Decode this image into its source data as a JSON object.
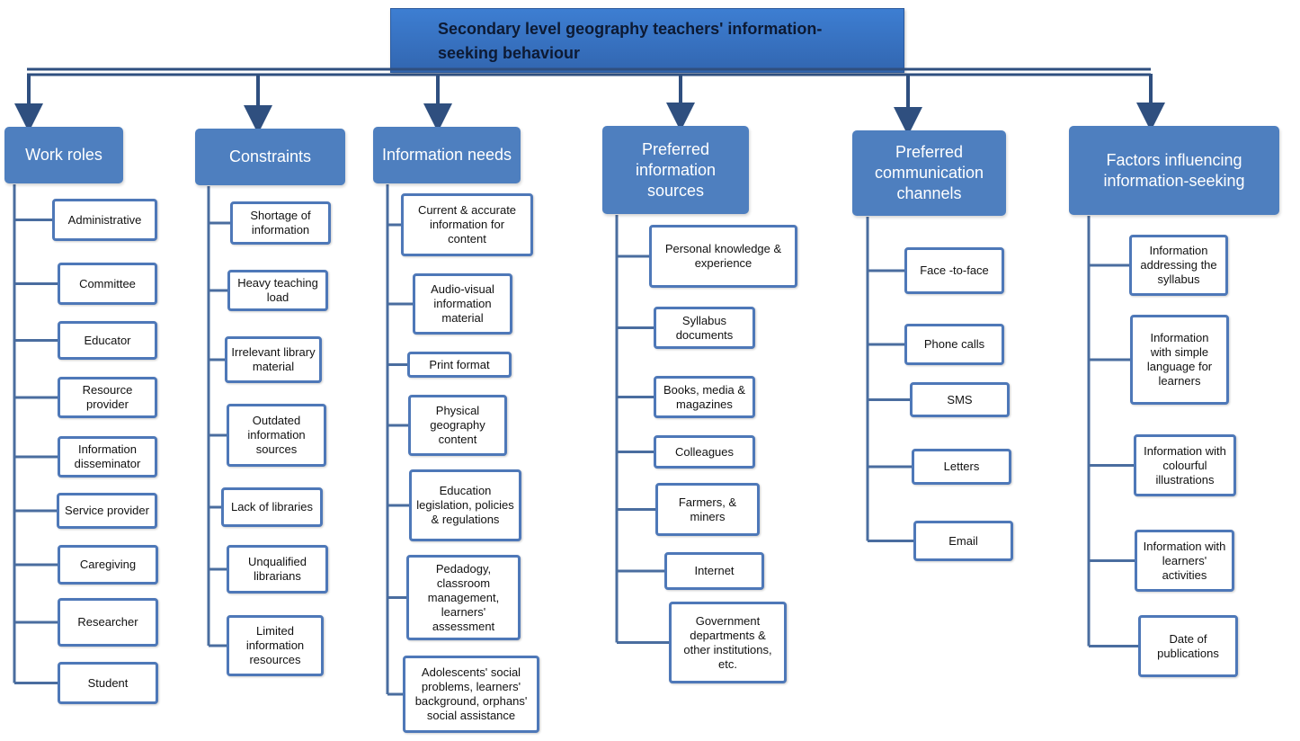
{
  "title": "Secondary level geography teachers' information-\nseeking behaviour",
  "columns": [
    {
      "heading": "Work roles",
      "items": [
        "Administrative",
        "Committee",
        "Educator",
        "Resource\nprovider",
        "Information\ndisseminator",
        "Service provider",
        "Caregiving",
        "Researcher",
        "Student"
      ]
    },
    {
      "heading": "Constraints",
      "items": [
        "Shortage of\ninformation",
        "Heavy teaching\nload",
        "Irrelevant library\nmaterial",
        "Outdated\ninformation\nsources",
        "Lack of libraries",
        "Unqualified\nlibrarians",
        "Limited\ninformation\nresources"
      ]
    },
    {
      "heading": "Information needs",
      "items": [
        "Current & accurate\ninformation for\ncontent",
        "Audio-visual\ninformation\nmaterial",
        "Print format",
        "Physical\ngeography\ncontent",
        "Education\nlegislation, policies\n& regulations",
        "Pedadogy,\nclassroom\nmanagement,\nlearners'\nassessment",
        "Adolescents' social\nproblems, learners'\nbackground, orphans'\nsocial assistance"
      ]
    },
    {
      "heading": "Preferred\ninformation\nsources",
      "items": [
        "Personal knowledge &\nexperience",
        "Syllabus\ndocuments",
        "Books, media &\nmagazines",
        "Colleagues",
        "Farmers, &\nminers",
        "Internet",
        "Government\ndepartments &\nother institutions,\netc."
      ]
    },
    {
      "heading": "Preferred\ncommunication\nchannels",
      "items": [
        "Face -to-face",
        "Phone calls",
        "SMS",
        "Letters",
        "Email"
      ]
    },
    {
      "heading": "Factors influencing\ninformation-seeking",
      "items": [
        "Information\naddressing the\nsyllabus",
        "Information\nwith simple\nlanguage for\nlearners",
        "Information with\ncolourful\nillustrations",
        "Information with\nlearners'\nactivities",
        "Date of\npublications"
      ]
    }
  ],
  "colors": {
    "title_fill": "#3d7ed2",
    "heading_fill": "#4e7fbf",
    "item_border": "#4e78b8",
    "connector": "#2f4f7f"
  }
}
